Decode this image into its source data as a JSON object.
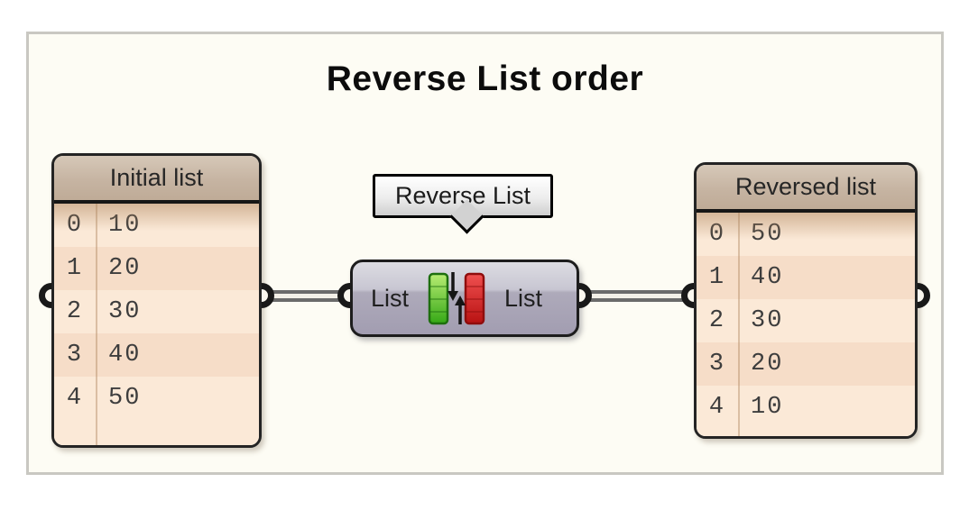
{
  "title": "Reverse List order",
  "initial_panel": {
    "title": "Initial list",
    "rows": [
      {
        "index": "0",
        "value": "10"
      },
      {
        "index": "1",
        "value": "20"
      },
      {
        "index": "2",
        "value": "30"
      },
      {
        "index": "3",
        "value": "40"
      },
      {
        "index": "4",
        "value": "50"
      }
    ]
  },
  "component": {
    "tooltip": "Reverse List",
    "input_label": "List",
    "output_label": "List",
    "icon": "reverse-list-icon"
  },
  "reversed_panel": {
    "title": "Reversed list",
    "rows": [
      {
        "index": "0",
        "value": "50"
      },
      {
        "index": "1",
        "value": "40"
      },
      {
        "index": "2",
        "value": "30"
      },
      {
        "index": "3",
        "value": "20"
      },
      {
        "index": "4",
        "value": "10"
      }
    ]
  },
  "colors": {
    "canvas_bg": "#fdfcf4",
    "panel_header": "#c6b4a2",
    "panel_row_light": "#fbe9d7",
    "panel_row_dark": "#f6ddc8",
    "component_top": "#dcdce2",
    "component_bottom": "#a29db1",
    "wire": "#6b6b6b",
    "icon_green": "#4cc424",
    "icon_red": "#d42020"
  }
}
